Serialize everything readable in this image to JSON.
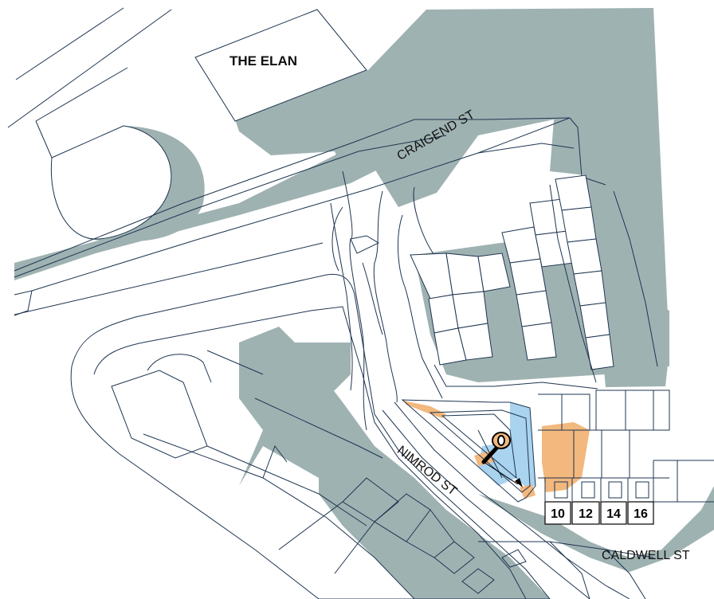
{
  "map": {
    "colors": {
      "shadow": "#9fb2b2",
      "outline": "#1e3550",
      "highlight_orange": "#f3b87e",
      "highlight_blue": "#a9d3ee",
      "background": "#ffffff"
    },
    "labels": {
      "building": "THE ELAN",
      "street_craigend": "CRAIGEND ST",
      "street_nimrod": "NIMROD ST",
      "street_caldwell": "CALDWELL ST"
    },
    "house_numbers": [
      "10",
      "12",
      "14",
      "16"
    ]
  }
}
